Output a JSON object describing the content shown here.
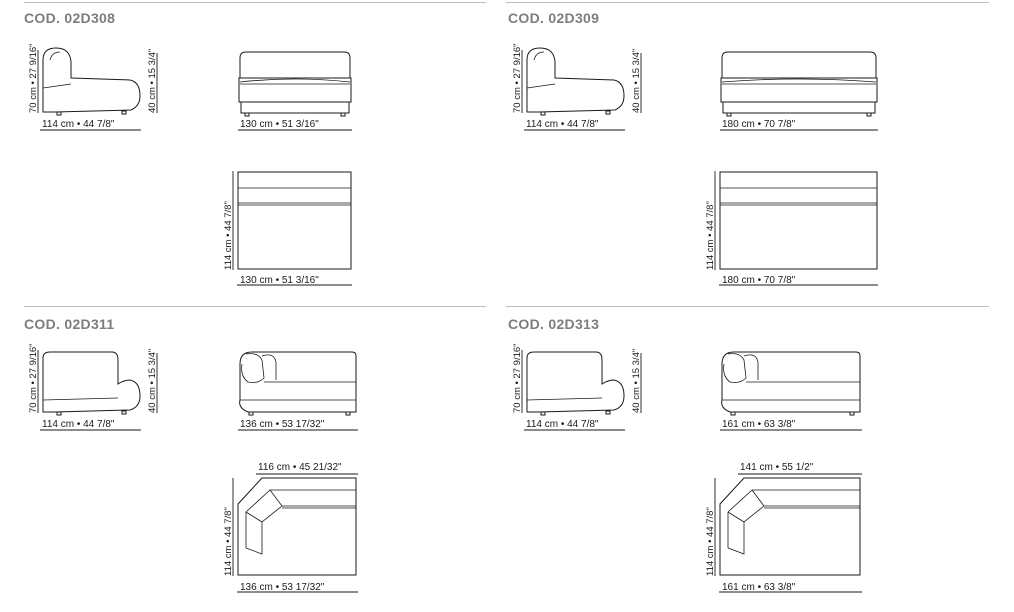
{
  "sections": [
    {
      "code": "COD. 02D308",
      "side_height": "70 cm • 27 9/16\"",
      "side_seat_height": "40 cm • 15 3/4\"",
      "side_depth": "114 cm • 44 7/8\"",
      "front_width": "130 cm • 51 3/16\"",
      "top_depth": "114 cm • 44 7/8\"",
      "top_width": "130 cm • 51 3/16\""
    },
    {
      "code": "COD. 02D309",
      "side_height": "70 cm • 27 9/16\"",
      "side_seat_height": "40 cm • 15 3/4\"",
      "side_depth": "114 cm • 44 7/8\"",
      "front_width": "180 cm • 70 7/8\"",
      "top_depth": "114 cm • 44 7/8\"",
      "top_width": "180 cm • 70 7/8\""
    },
    {
      "code": "COD. 02D311",
      "side_height": "70 cm • 27 9/16\"",
      "side_seat_height": "40 cm • 15 3/4\"",
      "side_depth": "114 cm • 44 7/8\"",
      "front_width": "136 cm • 53 17/32\"",
      "top_inner_width": "116 cm • 45 21/32\"",
      "top_depth": "114 cm • 44 7/8\"",
      "top_width": "136 cm • 53 17/32\""
    },
    {
      "code": "COD. 02D313",
      "side_height": "70 cm • 27 9/16\"",
      "side_seat_height": "40 cm • 15 3/4\"",
      "side_depth": "114 cm • 44 7/8\"",
      "front_width": "161 cm • 63 3/8\"",
      "top_inner_width": "141 cm • 55 1/2\"",
      "top_depth": "114 cm • 44 7/8\"",
      "top_width": "161 cm • 63 3/8\""
    }
  ]
}
